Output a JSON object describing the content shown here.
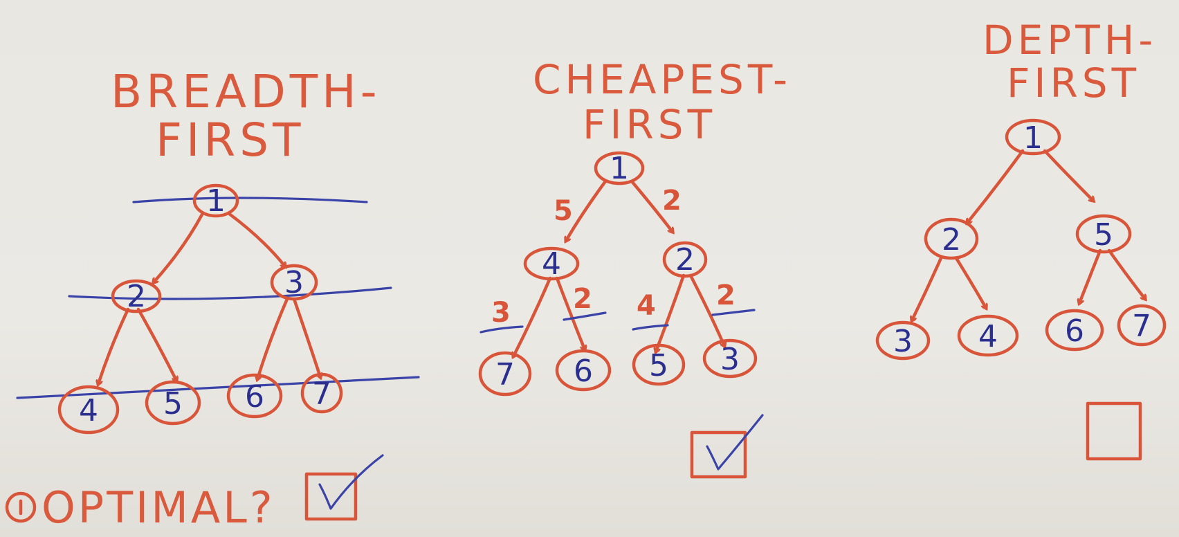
{
  "panels": {
    "breadth": {
      "title_line1": "BREADTH-",
      "title_line2": "FIRST",
      "nodes": [
        "1",
        "2",
        "3",
        "4",
        "5",
        "6",
        "7"
      ],
      "optimal_label": "OPTIMAL?",
      "optimal_checked": true
    },
    "cheapest": {
      "title_line1": "CHEAPEST-",
      "title_line2": "FIRST",
      "nodes": [
        "1",
        "4",
        "2",
        "7",
        "6",
        "5",
        "3"
      ],
      "edge_costs": [
        "5",
        "2",
        "3",
        "2",
        "4",
        "2"
      ],
      "optimal_checked": true
    },
    "depth": {
      "title_line1": "DEPTH-",
      "title_line2": "FIRST",
      "nodes": [
        "1",
        "2",
        "5",
        "3",
        "4",
        "6",
        "7"
      ],
      "optimal_checked": false
    }
  },
  "colors": {
    "marker_red": "#d8553a",
    "marker_blue": "#3a43a8",
    "board": "#e9e7e2"
  },
  "icons": {
    "check": "check-mark-icon",
    "box": "checkbox-icon",
    "bullet": "circle-bullet-icon"
  }
}
